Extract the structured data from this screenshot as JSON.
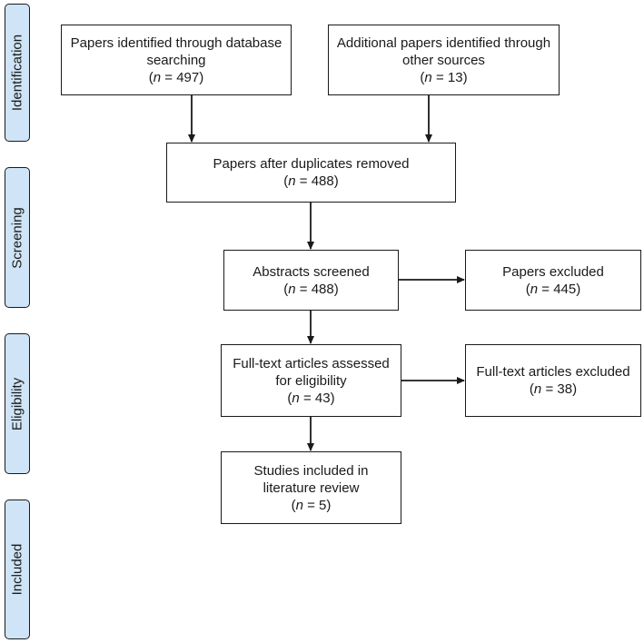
{
  "stages": {
    "identification": "Identification",
    "screening": "Screening",
    "eligibility": "Eligibility",
    "included": "Included"
  },
  "boxes": {
    "database": {
      "text": "Papers identified through database searching",
      "n_label": "n",
      "n_value": "= 497"
    },
    "other_sources": {
      "text": "Additional papers identified through other sources",
      "n_label": "n",
      "n_value": "= 13"
    },
    "duplicates_removed": {
      "text": "Papers after duplicates removed",
      "n_label": "n",
      "n_value": "= 488"
    },
    "abstracts_screened": {
      "text": "Abstracts screened",
      "n_label": "n",
      "n_value": "= 488"
    },
    "papers_excluded": {
      "text": "Papers excluded",
      "n_label": "n",
      "n_value": "= 445"
    },
    "fulltext_assessed": {
      "text": "Full-text articles assessed for eligibility",
      "n_label": "n",
      "n_value": "= 43"
    },
    "fulltext_excluded": {
      "text": "Full-text articles excluded",
      "n_label": "n",
      "n_value": "= 38"
    },
    "studies_included": {
      "text": "Studies included in literature review",
      "n_label": "n",
      "n_value": "= 5"
    }
  },
  "colors": {
    "stage_fill": "#cfe4f6",
    "stroke": "#1a1a1a"
  }
}
